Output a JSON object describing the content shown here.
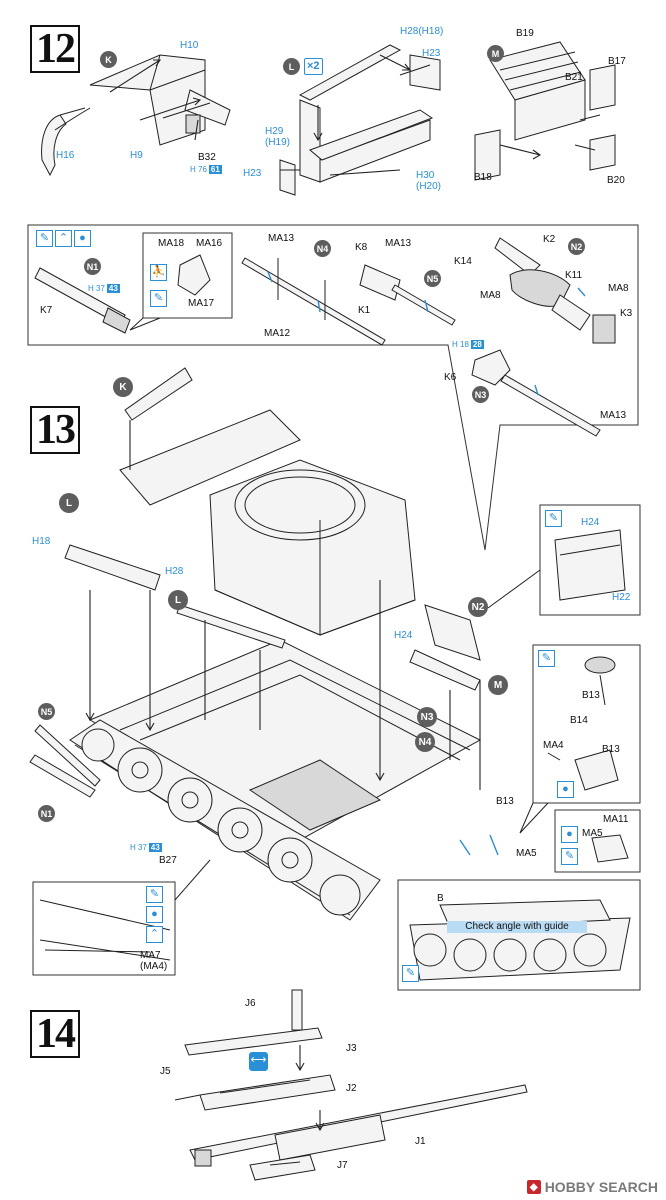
{
  "steps": {
    "s12": "12",
    "s13": "13",
    "s14": "14"
  },
  "subassemblies": {
    "k": "K",
    "l": "L",
    "m": "M",
    "n1": "N1",
    "n2": "N2",
    "n3": "N3",
    "n4": "N4",
    "n5": "N5",
    "l_count": "×2"
  },
  "step12": {
    "h10": "H10",
    "h16": "H16",
    "h9": "H9",
    "b32": "B32",
    "h76": "H 76",
    "h76_sprue": "61",
    "h28h18": "H28(H18)",
    "h23a": "H23",
    "h29h19": "H29\n(H19)",
    "h23b": "H23",
    "h30h20": "H30\n(H20)",
    "b19": "B19",
    "b17": "B17",
    "b21": "B21",
    "b18": "B18",
    "b20": "B20"
  },
  "inset_top": {
    "ma18": "MA18",
    "ma16": "MA16",
    "ma17": "MA17",
    "k7": "K7",
    "h37": "H 37",
    "h37_sprue": "43",
    "ma13a": "MA13",
    "ma12": "MA12",
    "k1": "K1",
    "k8": "K8",
    "ma13b": "MA13",
    "k2": "K2",
    "k14": "K14",
    "k11": "K11",
    "ma8a": "MA8",
    "ma8b": "MA8",
    "k3": "K3",
    "h18": "H 18",
    "h18_sprue": "28",
    "k6": "K6",
    "ma13c": "MA13"
  },
  "step13": {
    "h18": "H18",
    "h28": "H28",
    "h24": "H24",
    "h24b": "H24",
    "h22": "H22",
    "b13a": "B13",
    "b14": "B14",
    "ma4": "MA4",
    "b13b": "B13",
    "b13c": "B13",
    "ma11": "MA11",
    "ma5a": "MA5",
    "ma5b": "MA5",
    "h37": "H 37",
    "h37_sprue": "43",
    "b27": "B27",
    "ma7": "MA7\n(MA4)",
    "b": "B",
    "guide": "Check angle with guide"
  },
  "step14": {
    "j6": "J6",
    "j3": "J3",
    "j5": "J5",
    "j2": "J2",
    "j1": "J1",
    "j7": "J7"
  },
  "watermark": {
    "text": "HOBBY SEARCH"
  },
  "colors": {
    "accent_blue": "#2b8fd6",
    "guide_fill": "#b9dbf3",
    "badge_gray": "#5e5e5e"
  }
}
